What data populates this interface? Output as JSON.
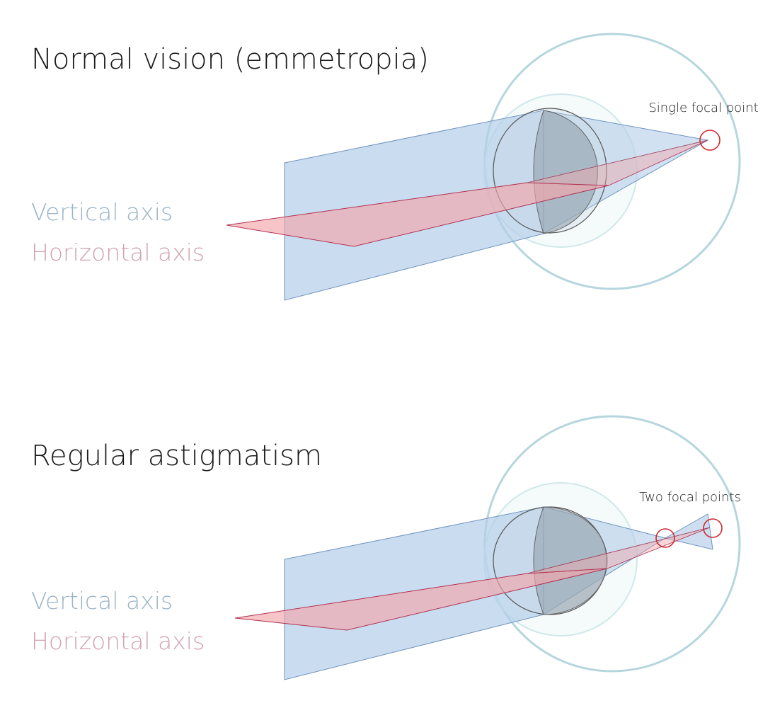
{
  "colors": {
    "vertical_axis": "#9bb4c8",
    "horizontal_axis": "#d0a3b0",
    "vertical_plane_fill": "#b3cde8",
    "vertical_plane_stroke": "#6e93bf",
    "horizontal_plane_fill": "#f2a6aa",
    "horizontal_plane_stroke": "#b03050",
    "eye_outer": "#b5d6dd",
    "eye_inner": "#cfe8ea",
    "focal_marker": "#d0282e"
  },
  "panels": [
    {
      "title": "Normal vision (emmetropia)",
      "focal_caption": "Single focal point",
      "legend": {
        "vertical": "Vertical axis",
        "horizontal": "Horizontal axis"
      }
    },
    {
      "title": "Regular astigmatism",
      "focal_caption": "Two focal points",
      "legend": {
        "vertical": "Vertical axis",
        "horizontal": "Horizontal axis"
      }
    }
  ]
}
